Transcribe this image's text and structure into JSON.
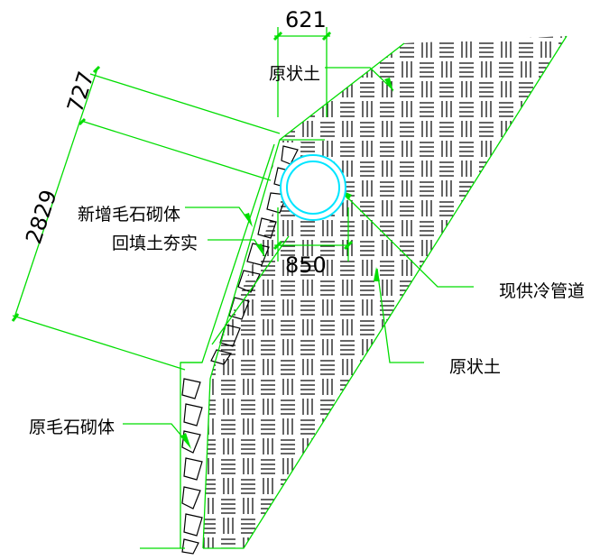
{
  "labels": {
    "yuanzhuangtu_top": "原状土",
    "xinzeng": "新增毛石砌体",
    "huitian": "回填土夯实",
    "pipe": "现供冷管道",
    "yuanzhuangtu_right": "原状土",
    "yuanmaoshi": "原毛石砌体"
  },
  "dimensions": {
    "top_width": "621",
    "upper_slope": "727",
    "lower_slope": "2829",
    "pipe_offset": "850"
  },
  "colors": {
    "line": "#00dd00",
    "hatch": "#000000",
    "pipe": "#00e5ff",
    "text": "#000000"
  }
}
